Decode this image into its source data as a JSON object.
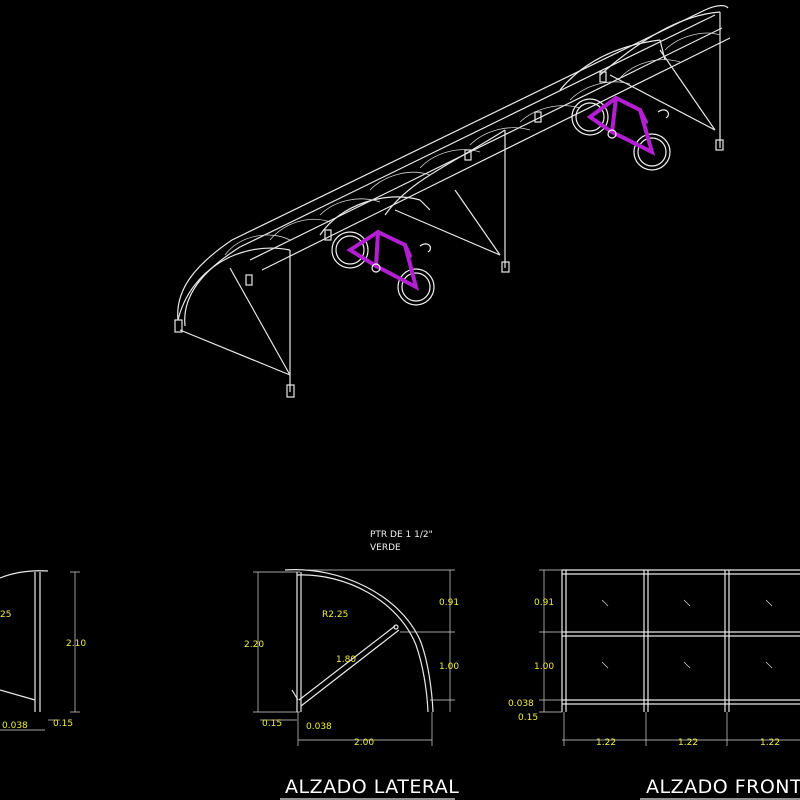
{
  "note": {
    "line1": "PTR DE 1 1/2\"",
    "line2": "VERDE"
  },
  "titles": {
    "lateral": "ALZADO LATERAL",
    "frontal": "ALZADO FRONTA"
  },
  "left_partial": {
    "radius": "25",
    "height": "2.10",
    "d1": "0.038",
    "d2": "0.15"
  },
  "lateral": {
    "radius": "R2.25",
    "diag": "1.80",
    "height": "2.20",
    "top": "0.91",
    "mid": "1.00",
    "base_a": "0.15",
    "base_b": "0.038",
    "width": "2.00"
  },
  "frontal": {
    "top": "0.91",
    "mid": "1.00",
    "b1": "0.038",
    "b2": "0.15",
    "w1": "1.22",
    "w2": "1.22",
    "w3": "1.22"
  },
  "colors": {
    "background": "#000000",
    "lines": "#e8e8e8",
    "dimension_text": "#f1ef3a",
    "bike_frame": "#b21fd1"
  }
}
